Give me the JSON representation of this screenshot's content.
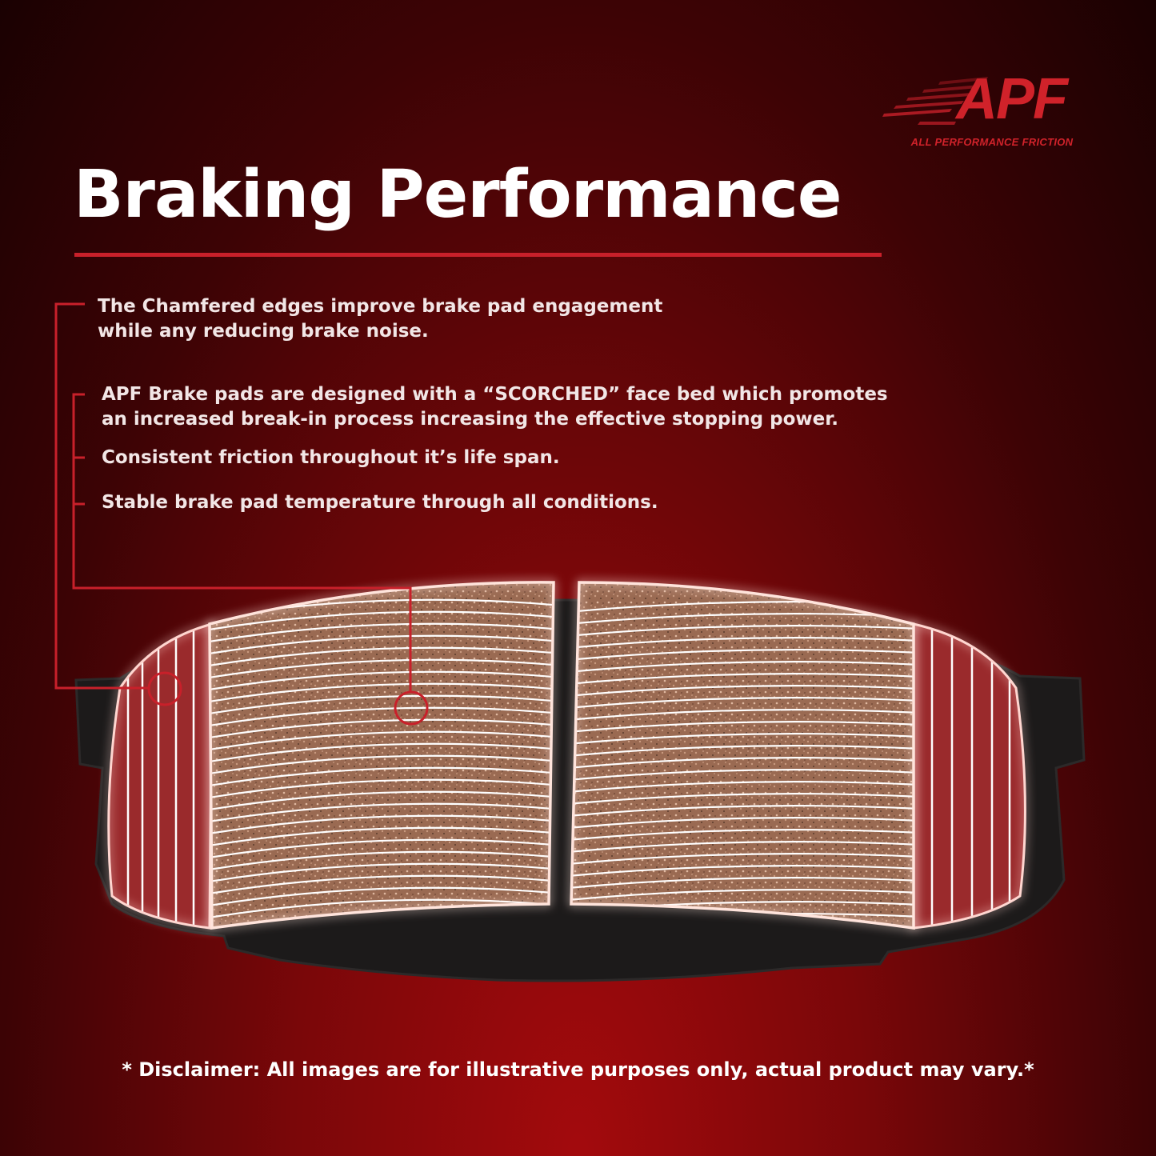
{
  "brand": {
    "logo_text": "APF",
    "tagline": "ALL PERFORMANCE FRICTION",
    "accent_color": "#d0222a"
  },
  "title": "Braking Performance",
  "points": [
    {
      "line1": "The Chamfered edges improve brake pad engagement",
      "line2": "while any reducing brake noise."
    },
    {
      "line1": "APF Brake pads are designed with a “SCORCHED” face bed which promotes",
      "line2": "an increased break-in process increasing the effective stopping power."
    },
    {
      "line1": "Consistent friction throughout it’s life span."
    },
    {
      "line1": "Stable brake pad temperature through all conditions."
    }
  ],
  "disclaimer": "* Disclaimer: All images are for illustrative purposes only, actual product may vary.*",
  "colors": {
    "accent": "#c8202a",
    "background_dark": "#1a0102",
    "background_red": "#a30a0d",
    "friction_material": "#9a6a52"
  }
}
